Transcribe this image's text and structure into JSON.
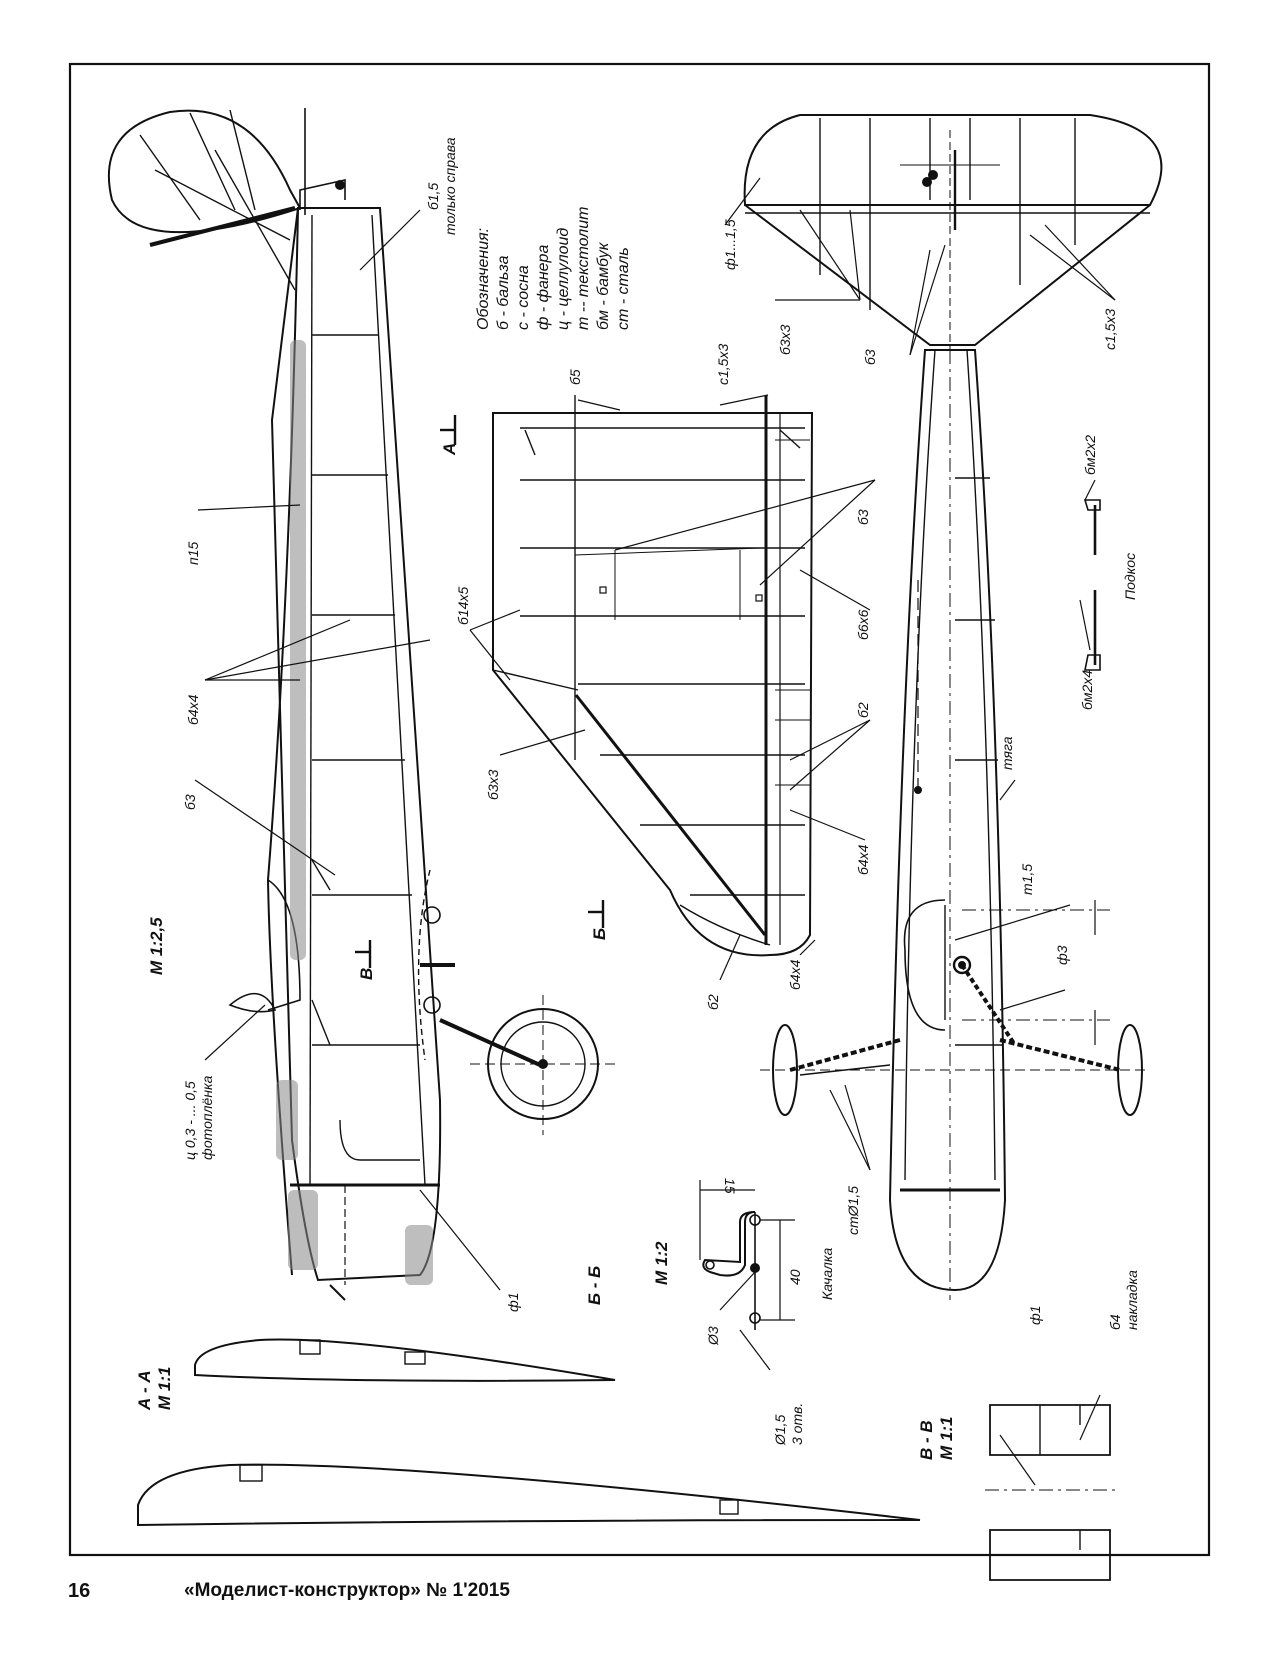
{
  "footer": {
    "page_number": "16",
    "journal": "«Моделист-конструктор» № 1'2015"
  },
  "legend": {
    "title": "Обозначения:",
    "items": [
      "б - бальза",
      "с - сосна",
      "ф - фанера",
      "ц - целлулоид",
      "т -- текстолит",
      "бм - бамбук",
      "ст - сталь"
    ]
  },
  "scales": {
    "main": "М 1:2,5",
    "rocker": "М 1:2",
    "section_aa_name": "А - А",
    "section_aa_scale": "М 1:1",
    "section_vv_name": "В - В",
    "section_vv_scale": "М 1:1",
    "section_bb_name": "Б - Б"
  },
  "cut_marks": {
    "a": "А",
    "b": "Б",
    "v": "В"
  },
  "side_view": {
    "b15": "б1,5",
    "only_right": "только справа",
    "p15": "п15",
    "b4x4": "б4х4",
    "b3": "б3",
    "film_thickness": "ц 0,3 - ... 0,5",
    "film": "фотоплёнка",
    "f1": "ф1"
  },
  "wing": {
    "b5": "б5",
    "c15x3": "с1,5х3",
    "b3": "б3",
    "b6x6": "б6х6",
    "b14x5": "б14х5",
    "b2": "б2",
    "b3x3": "б3х3",
    "b4x4": "б4х4",
    "b2_tip": "б2",
    "b4x4_tip": "б4х4"
  },
  "top_view": {
    "f1_15": "ф1...1,5",
    "b3x3": "б3х3",
    "b3": "б3",
    "c15x3": "с1,5х3",
    "rod": "тяга",
    "t15": "т1,5",
    "f3": "ф3",
    "st_wire": "стØ1,5"
  },
  "strut": {
    "title": "Подкос",
    "bm2x2": "бм2х2",
    "bm2x4": "бм2х4"
  },
  "rocker": {
    "title": "Качалка",
    "dim_15": "15",
    "dim_40": "40",
    "hole_3": "Ø3",
    "hole_15": "Ø1,5",
    "holes_count": "3 отв."
  },
  "bv_section": {
    "f1": "ф1",
    "b4": "б4",
    "overlay": "накладка"
  }
}
